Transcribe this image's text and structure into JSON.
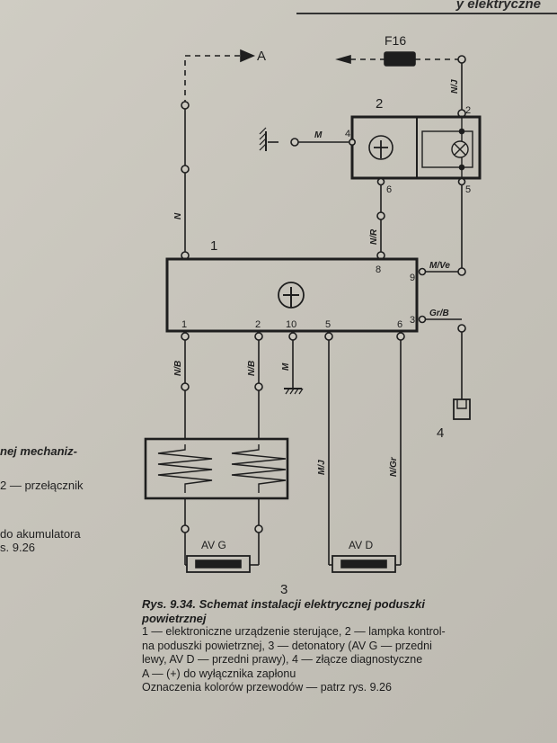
{
  "header": {
    "text": "y elektryczne"
  },
  "side_fragments": [
    "nej mechaniz-",
    "2 — przełącznik",
    "do akumulatora",
    "s. 9.26"
  ],
  "diagram": {
    "arrow_label": "A",
    "fuse_label": "F16",
    "component_numbers": {
      "module": "1",
      "lamp_unit": "2",
      "detonators": "3",
      "connector": "4"
    },
    "pin_labels": {
      "lamp_pin_4": "4",
      "lamp_pin_2": "2",
      "lamp_pin_6": "6",
      "lamp_pin_5": "5",
      "module_pin_8": "8",
      "module_pin_9": "9",
      "module_pin_3": "3",
      "module_pin_1": "1",
      "module_pin_2": "2",
      "module_pin_10": "10",
      "module_pin_5": "5",
      "module_pin_6": "6"
    },
    "wire_labels": {
      "n_vertical": "N",
      "m_lamp": "M",
      "n_j_top": "N/J",
      "n_r": "N/R",
      "m_ive": "M/Ve",
      "gr_b": "Gr/B",
      "n_b_1": "N/B",
      "n_b_2": "N/B",
      "m_ground": "M",
      "m_j": "M/J",
      "n_gr": "N/Gr"
    },
    "detonator_labels": {
      "left": "AV G",
      "right": "AV D"
    }
  },
  "caption": {
    "title_line1": "Rys. 9.34. Schemat instalacji elektrycznej poduszki",
    "title_line2": "powietrznej",
    "lines": [
      "1 — elektroniczne urządzenie sterujące, 2 — lampka kontrol-",
      "na poduszki powietrznej, 3 — detonatory (AV G — przedni",
      "lewy, AV D — przedni prawy), 4 — złącze diagnostyczne",
      "A — (+) do wyłącznika zapłonu",
      "Oznaczenia kolorów przewodów — patrz rys. 9.26"
    ]
  }
}
